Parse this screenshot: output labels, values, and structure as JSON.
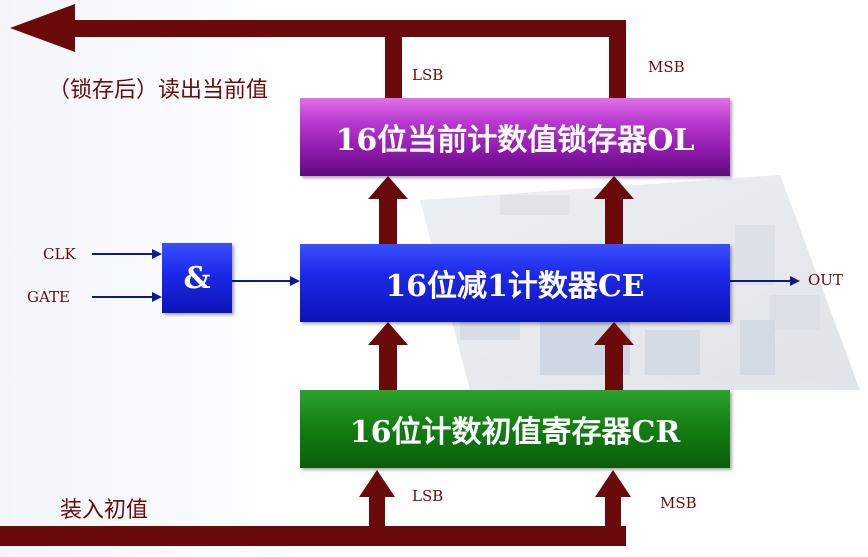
{
  "blocks": {
    "ol": "16位当前计数值锁存器OL",
    "ce": "16位减1计数器CE",
    "cr": "16位计数初值寄存器CR",
    "gate": "&"
  },
  "labels": {
    "read_current": "（锁存后）读出当前值",
    "load_initial": "装入初值",
    "lsb_top": "LSB",
    "msb_top": "MSB",
    "lsb_bottom": "LSB",
    "msb_bottom": "MSB",
    "clk": "CLK",
    "gate": "GATE",
    "out": "OUT"
  },
  "colors": {
    "bus": "#6b0a0a",
    "signal": "#0d1a8c"
  }
}
